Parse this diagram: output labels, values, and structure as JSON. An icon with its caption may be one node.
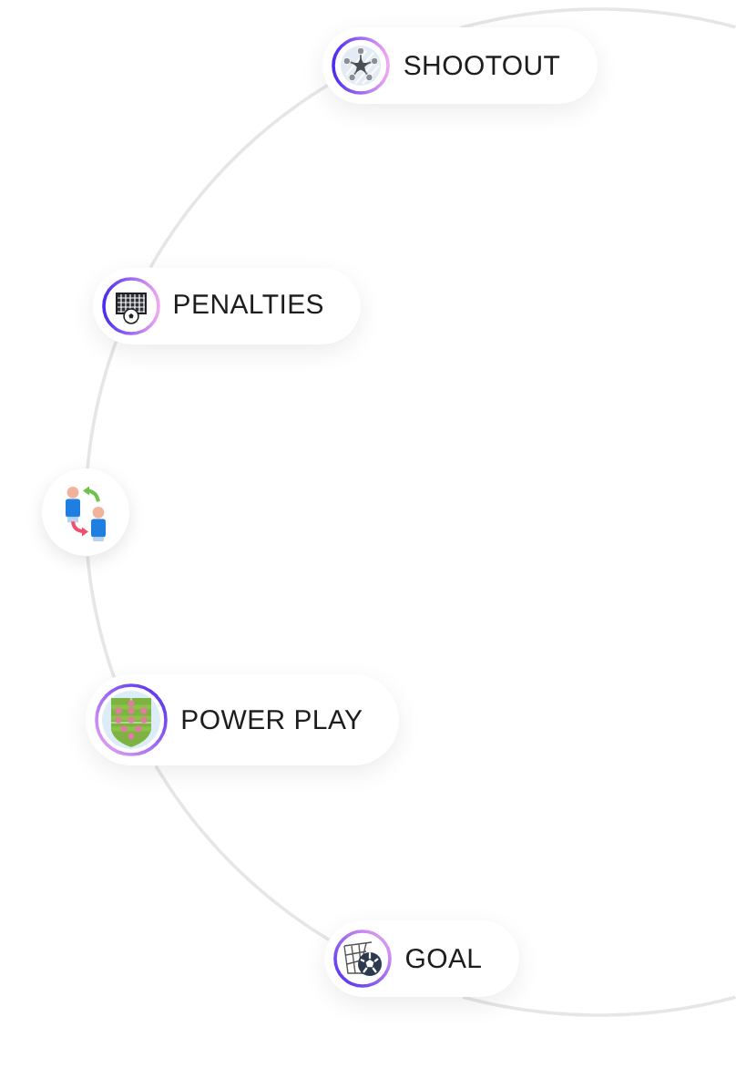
{
  "diagram": {
    "nodes": [
      {
        "text": [
          "SHOOTOUT"
        ]
      },
      {
        "text": [
          "PENALTIES"
        ]
      },
      {
        "text": [],
        "shape": "circle"
      },
      {
        "text": [
          "POWER PLAY"
        ]
      },
      {
        "text": [
          "GOAL"
        ]
      }
    ],
    "edges": [
      {
        "from": 0,
        "to": 1,
        "arrow": "none"
      },
      {
        "from": 1,
        "to": 2,
        "arrow": "none"
      },
      {
        "from": 2,
        "to": 3,
        "arrow": "none"
      },
      {
        "from": 3,
        "to": 4,
        "arrow": "none"
      },
      {
        "from": 0,
        "to": null,
        "arrow": "none"
      },
      {
        "from": 4,
        "to": null,
        "arrow": "none"
      }
    ]
  }
}
